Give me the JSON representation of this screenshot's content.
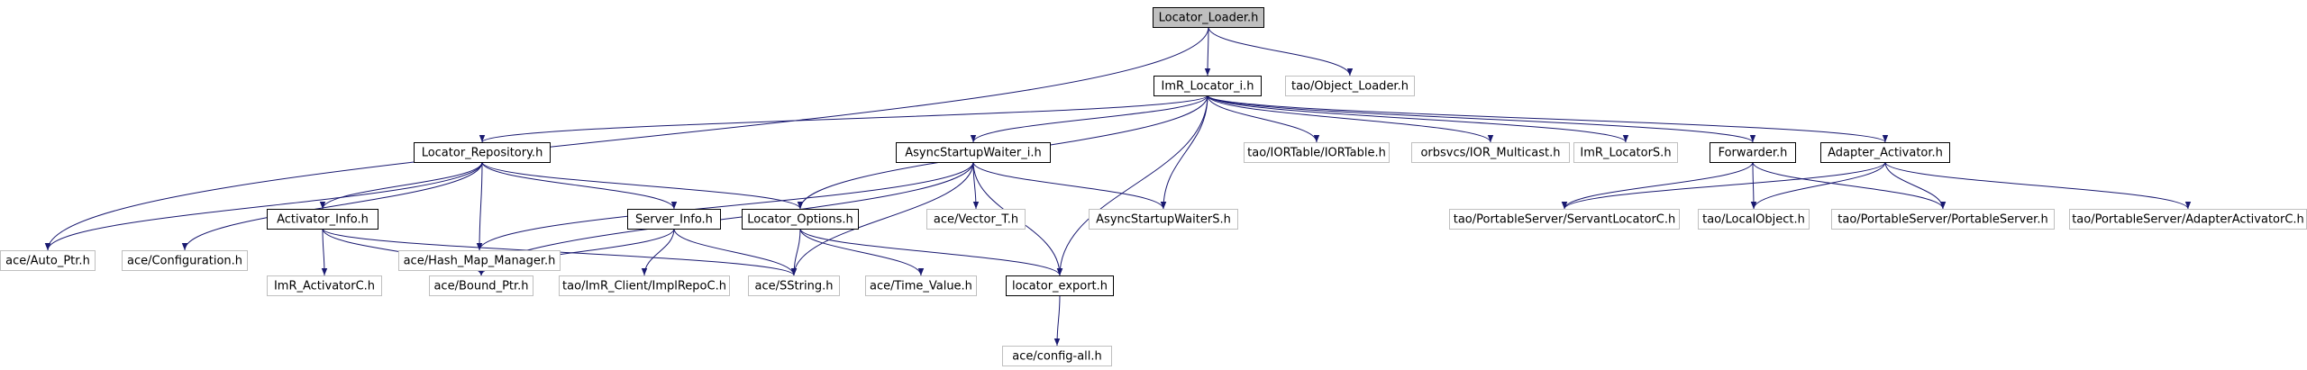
{
  "graph": {
    "edge_color": "#191970",
    "root_fill": "#bfbfbf",
    "external_border": "#bfbfbf",
    "nodes": [
      {
        "id": "locator_loader",
        "label": "Locator_Loader.h",
        "kind": "root"
      },
      {
        "id": "imr_locator_i",
        "label": "ImR_Locator_i.h",
        "kind": "internal"
      },
      {
        "id": "object_loader",
        "label": "tao/Object_Loader.h",
        "kind": "external"
      },
      {
        "id": "locator_repository",
        "label": "Locator_Repository.h",
        "kind": "internal"
      },
      {
        "id": "async_waiter",
        "label": "AsyncStartupWaiter_i.h",
        "kind": "internal"
      },
      {
        "id": "iortable",
        "label": "tao/IORTable/IORTable.h",
        "kind": "external"
      },
      {
        "id": "ior_multicast",
        "label": "orbsvcs/IOR_Multicast.h",
        "kind": "external"
      },
      {
        "id": "imr_locators",
        "label": "ImR_LocatorS.h",
        "kind": "external"
      },
      {
        "id": "forwarder",
        "label": "Forwarder.h",
        "kind": "internal"
      },
      {
        "id": "adapter_activator",
        "label": "Adapter_Activator.h",
        "kind": "internal"
      },
      {
        "id": "auto_ptr",
        "label": "ace/Auto_Ptr.h",
        "kind": "external"
      },
      {
        "id": "configuration",
        "label": "ace/Configuration.h",
        "kind": "external"
      },
      {
        "id": "activator_info",
        "label": "Activator_Info.h",
        "kind": "internal"
      },
      {
        "id": "hash_map",
        "label": "ace/Hash_Map_Manager.h",
        "kind": "external"
      },
      {
        "id": "server_info",
        "label": "Server_Info.h",
        "kind": "internal"
      },
      {
        "id": "locator_options",
        "label": "Locator_Options.h",
        "kind": "internal"
      },
      {
        "id": "vector_t",
        "label": "ace/Vector_T.h",
        "kind": "external"
      },
      {
        "id": "async_waiters",
        "label": "AsyncStartupWaiterS.h",
        "kind": "external"
      },
      {
        "id": "servant_locator",
        "label": "tao/PortableServer/ServantLocatorC.h",
        "kind": "external"
      },
      {
        "id": "local_object",
        "label": "tao/LocalObject.h",
        "kind": "external"
      },
      {
        "id": "portable_server",
        "label": "tao/PortableServer/PortableServer.h",
        "kind": "external"
      },
      {
        "id": "adapter_activator_c",
        "label": "tao/PortableServer/AdapterActivatorC.h",
        "kind": "external"
      },
      {
        "id": "imr_activatorc",
        "label": "ImR_ActivatorC.h",
        "kind": "external"
      },
      {
        "id": "bound_ptr",
        "label": "ace/Bound_Ptr.h",
        "kind": "external"
      },
      {
        "id": "imr_client",
        "label": "tao/ImR_Client/ImplRepoC.h",
        "kind": "external"
      },
      {
        "id": "sstring",
        "label": "ace/SString.h",
        "kind": "external"
      },
      {
        "id": "time_value",
        "label": "ace/Time_Value.h",
        "kind": "external"
      },
      {
        "id": "locator_export",
        "label": "locator_export.h",
        "kind": "internal"
      },
      {
        "id": "config_all",
        "label": "ace/config-all.h",
        "kind": "external"
      }
    ],
    "edges": [
      [
        "locator_loader",
        "imr_locator_i"
      ],
      [
        "locator_loader",
        "object_loader"
      ],
      [
        "locator_loader",
        "auto_ptr"
      ],
      [
        "imr_locator_i",
        "locator_repository"
      ],
      [
        "imr_locator_i",
        "async_waiter"
      ],
      [
        "imr_locator_i",
        "iortable"
      ],
      [
        "imr_locator_i",
        "ior_multicast"
      ],
      [
        "imr_locator_i",
        "imr_locators"
      ],
      [
        "imr_locator_i",
        "forwarder"
      ],
      [
        "imr_locator_i",
        "adapter_activator"
      ],
      [
        "imr_locator_i",
        "locator_options"
      ],
      [
        "imr_locator_i",
        "async_waiters"
      ],
      [
        "imr_locator_i",
        "locator_export"
      ],
      [
        "locator_repository",
        "auto_ptr"
      ],
      [
        "locator_repository",
        "configuration"
      ],
      [
        "locator_repository",
        "activator_info"
      ],
      [
        "locator_repository",
        "hash_map"
      ],
      [
        "locator_repository",
        "server_info"
      ],
      [
        "locator_repository",
        "locator_options"
      ],
      [
        "async_waiter",
        "hash_map"
      ],
      [
        "async_waiter",
        "bound_ptr"
      ],
      [
        "async_waiter",
        "vector_t"
      ],
      [
        "async_waiter",
        "async_waiters"
      ],
      [
        "async_waiter",
        "sstring"
      ],
      [
        "async_waiter",
        "locator_export"
      ],
      [
        "forwarder",
        "servant_locator"
      ],
      [
        "forwarder",
        "local_object"
      ],
      [
        "forwarder",
        "portable_server"
      ],
      [
        "adapter_activator",
        "servant_locator"
      ],
      [
        "adapter_activator",
        "local_object"
      ],
      [
        "adapter_activator",
        "portable_server"
      ],
      [
        "adapter_activator",
        "adapter_activator_c"
      ],
      [
        "activator_info",
        "imr_activatorc"
      ],
      [
        "activator_info",
        "bound_ptr"
      ],
      [
        "activator_info",
        "sstring"
      ],
      [
        "server_info",
        "bound_ptr"
      ],
      [
        "server_info",
        "imr_client"
      ],
      [
        "server_info",
        "sstring"
      ],
      [
        "locator_options",
        "sstring"
      ],
      [
        "locator_options",
        "time_value"
      ],
      [
        "locator_options",
        "locator_export"
      ],
      [
        "locator_export",
        "config_all"
      ]
    ]
  }
}
